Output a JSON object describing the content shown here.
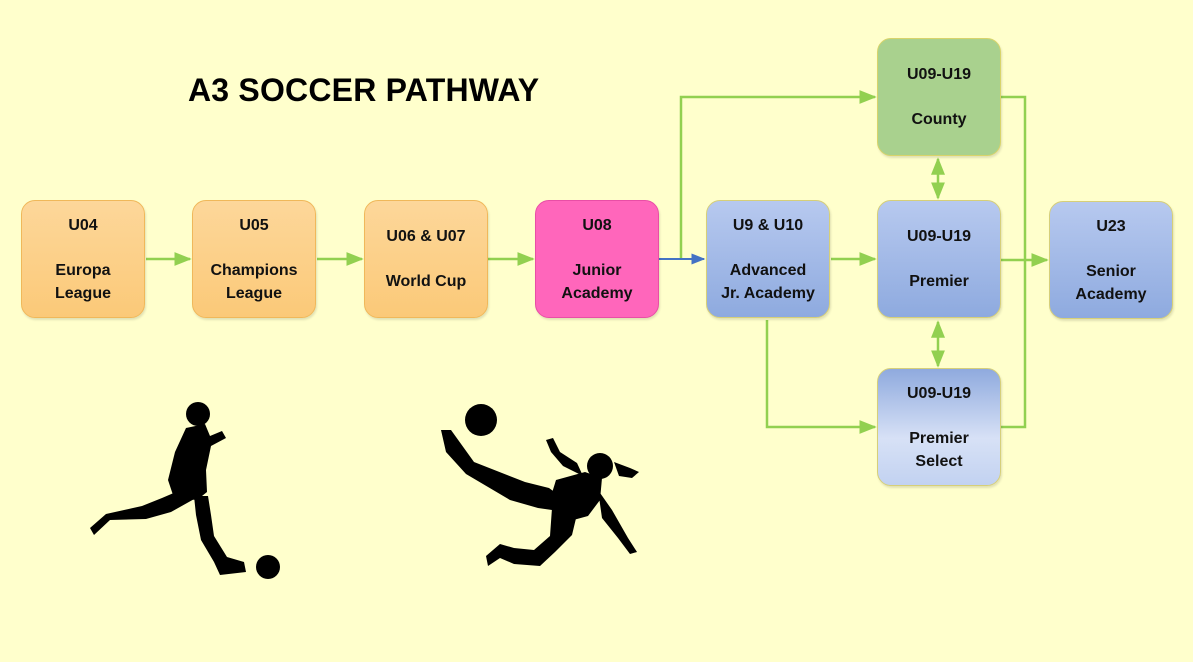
{
  "title": "A3 SOCCER PATHWAY",
  "nodes": {
    "u04": {
      "label1": "U04",
      "label2": "Europa\nLeague"
    },
    "u05": {
      "label1": "U05",
      "label2": "Champions\nLeague"
    },
    "u06": {
      "label1": "U06 & U07",
      "label2": "World Cup"
    },
    "u08": {
      "label1": "U08",
      "label2": "Junior\nAcademy"
    },
    "u09": {
      "label1": "U9 & U10",
      "label2": "Advanced\nJr. Academy"
    },
    "county": {
      "label1": "U09-U19",
      "label2": "County"
    },
    "premier": {
      "label1": "U09-U19",
      "label2": "Premier"
    },
    "select": {
      "label1": "U09-U19",
      "label2": "Premier\nSelect"
    },
    "u23": {
      "label1": "U23",
      "label2": "Senior\nAcademy"
    }
  },
  "colors": {
    "background": "#ffffcc",
    "orange": "#fcd08a",
    "pink": "#ff66bb",
    "blue": "#9fb7e6",
    "green": "#a9d18e",
    "arrow": "#92d050",
    "arrow_dark": "#4472c4"
  },
  "silhouettes": [
    "player-kicking-silhouette",
    "player-volley-silhouette"
  ]
}
